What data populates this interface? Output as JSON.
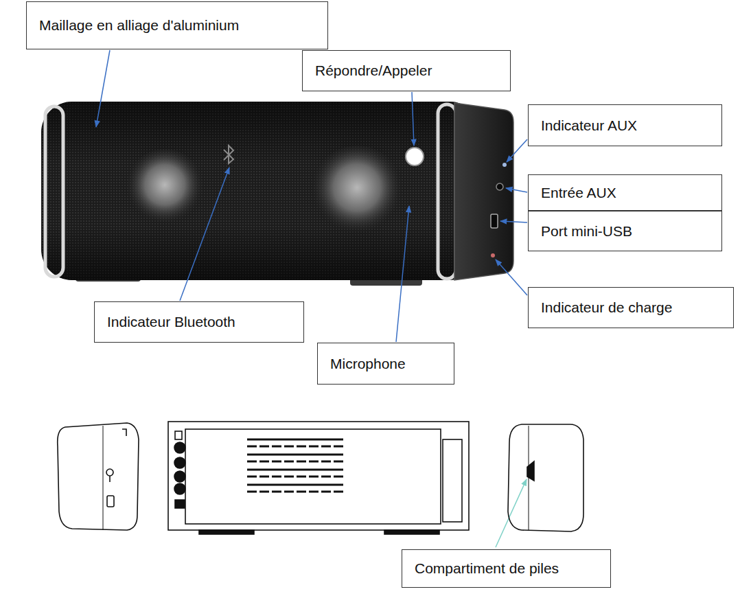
{
  "diagram": {
    "nodes": [
      {
        "text": [
          "Maillage en alliage d'aluminium"
        ]
      },
      {
        "text": [
          "Répondre/Appeler"
        ]
      },
      {
        "text": [
          "Indicateur AUX"
        ]
      },
      {
        "text": [
          "Entrée AUX"
        ]
      },
      {
        "text": [
          "Port mini-USB"
        ]
      },
      {
        "text": [
          "Indicateur de charge"
        ]
      },
      {
        "text": [
          "Indicateur Bluetooth"
        ]
      },
      {
        "text": [
          "Microphone"
        ]
      },
      {
        "text": [
          "Compartiment de piles"
        ]
      }
    ]
  }
}
